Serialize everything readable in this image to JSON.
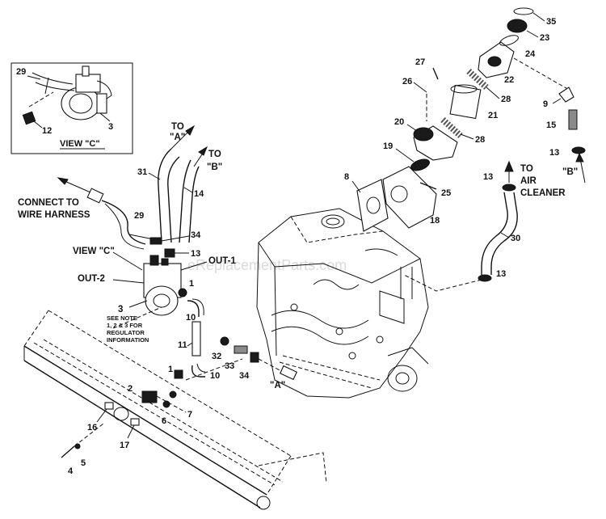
{
  "watermark": "eReplacementParts.com",
  "view_c_box": {
    "title": "VIEW \"C\"",
    "callouts": [
      "29",
      "12",
      "3"
    ]
  },
  "callouts": {
    "c35": "35",
    "c23": "23",
    "c24": "24",
    "c22": "22",
    "c27": "27",
    "c26": "26",
    "c28a": "28",
    "c21": "21",
    "c28b": "28",
    "c9": "9",
    "c15": "15",
    "c13a": "13",
    "c20": "20",
    "c19": "19",
    "c25": "25",
    "c8": "8",
    "c18": "18",
    "c13b": "13",
    "c30": "30",
    "c13c": "13",
    "c31": "31",
    "c14": "14",
    "c29": "29",
    "c34a": "34",
    "c13d": "13",
    "c1a": "1",
    "c3": "3",
    "c10a": "10",
    "c11": "11",
    "c32": "32",
    "c33": "33",
    "c34b": "34",
    "c1b": "1",
    "c10b": "10",
    "c2": "2",
    "c7": "7",
    "c6": "6",
    "c16": "16",
    "c17": "17",
    "c4": "4",
    "c5": "5"
  },
  "labels": {
    "to_a_1": "TO",
    "to_a_2": "\"A\"",
    "to_b_1": "TO",
    "to_b_2": "\"B\"",
    "connect_1": "CONNECT TO",
    "connect_2": "WIRE HARNESS",
    "view_c": "VIEW \"C\"",
    "out1": "OUT-1",
    "out2": "OUT-2",
    "note_1": "SEE NOTE",
    "note_2": "1, 2 & 3 FOR",
    "note_3": "REGULATOR",
    "note_4": "INFORMATION",
    "to_air_1": "TO",
    "to_air_2": "AIR",
    "to_air_3": "CLEANER",
    "ref_b": "\"B\"",
    "ref_a": "\"A\""
  }
}
